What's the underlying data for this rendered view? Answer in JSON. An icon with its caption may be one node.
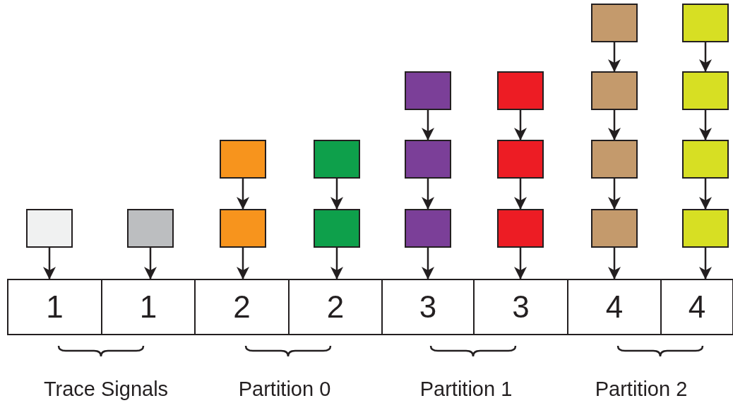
{
  "diagram": {
    "nodes": [
      {
        "text": [],
        "shape": "box"
      },
      {
        "text": [],
        "shape": "box"
      },
      {
        "text": [],
        "shape": "box"
      },
      {
        "text": [],
        "shape": "box"
      },
      {
        "text": [],
        "shape": "box"
      },
      {
        "text": [],
        "shape": "box"
      },
      {
        "text": [],
        "shape": "box"
      },
      {
        "text": [],
        "shape": "box"
      },
      {
        "text": [],
        "shape": "box"
      },
      {
        "text": [],
        "shape": "box"
      },
      {
        "text": [],
        "shape": "box"
      },
      {
        "text": [],
        "shape": "box"
      },
      {
        "text": [],
        "shape": "box"
      },
      {
        "text": [],
        "shape": "box"
      },
      {
        "text": [],
        "shape": "box"
      },
      {
        "text": [],
        "shape": "box"
      },
      {
        "text": [],
        "shape": "box"
      },
      {
        "text": [],
        "shape": "box"
      },
      {
        "text": [],
        "shape": "box"
      },
      {
        "text": [],
        "shape": "box"
      },
      {
        "text": [
          "1"
        ]
      },
      {
        "text": [
          "1"
        ]
      },
      {
        "text": [
          "2"
        ]
      },
      {
        "text": [
          "2"
        ]
      },
      {
        "text": [
          "3"
        ]
      },
      {
        "text": [
          "3"
        ]
      },
      {
        "text": [
          "4"
        ]
      },
      {
        "text": [
          "4"
        ]
      }
    ],
    "edges": [
      {
        "from": 0,
        "to": 20,
        "arrow": "to"
      },
      {
        "from": 1,
        "to": 21,
        "arrow": "to"
      },
      {
        "from": 2,
        "to": 3,
        "arrow": "to"
      },
      {
        "from": 3,
        "to": 22,
        "arrow": "to"
      },
      {
        "from": 4,
        "to": 5,
        "arrow": "to"
      },
      {
        "from": 5,
        "to": 23,
        "arrow": "to"
      },
      {
        "from": 6,
        "to": 7,
        "arrow": "to"
      },
      {
        "from": 7,
        "to": 8,
        "arrow": "to"
      },
      {
        "from": 8,
        "to": 24,
        "arrow": "to"
      },
      {
        "from": 9,
        "to": 10,
        "arrow": "to"
      },
      {
        "from": 10,
        "to": 11,
        "arrow": "to"
      },
      {
        "from": 11,
        "to": 25,
        "arrow": "to"
      },
      {
        "from": 12,
        "to": 13,
        "arrow": "to"
      },
      {
        "from": 13,
        "to": 14,
        "arrow": "to"
      },
      {
        "from": 14,
        "to": 15,
        "arrow": "to"
      },
      {
        "from": 15,
        "to": 26,
        "arrow": "to"
      },
      {
        "from": 16,
        "to": 17,
        "arrow": "to"
      },
      {
        "from": 17,
        "to": 18,
        "arrow": "to"
      },
      {
        "from": 18,
        "to": 19,
        "arrow": "to"
      },
      {
        "from": 19,
        "to": 27,
        "arrow": "to"
      }
    ],
    "labels": [
      "Trace Signals",
      "Partition 0",
      "Partition 1",
      "Partition 2"
    ]
  }
}
